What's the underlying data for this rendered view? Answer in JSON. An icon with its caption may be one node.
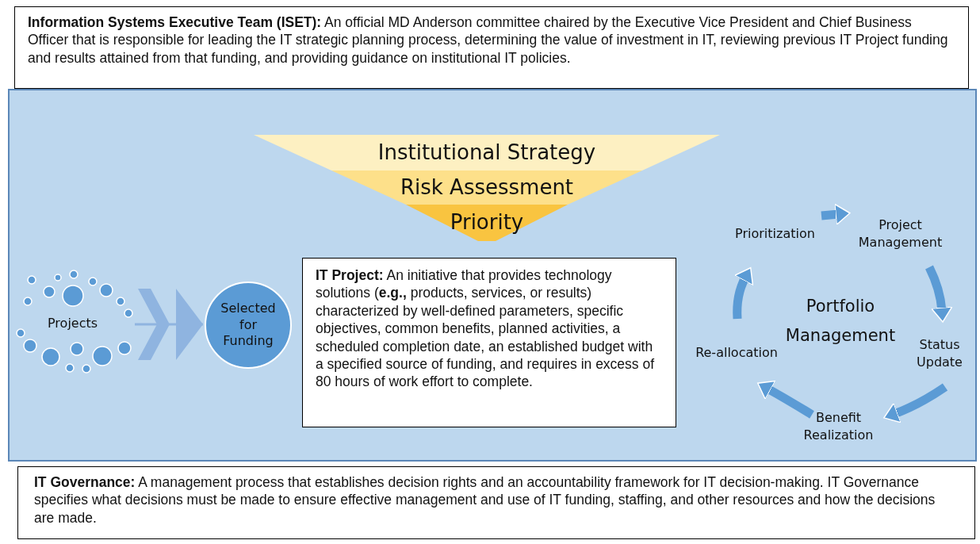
{
  "diagram": {
    "nodes": [
      {
        "text": [
          "**Information Systems Executive Team (ISET):** An official MD Anderson committee chaired by the Executive Vice President and Chief Business Officer that is responsible for leading the IT strategic planning process, determining the value of investment in IT, reviewing previous IT Project funding and results attained from that funding, and providing guidance on institutional IT policies."
        ]
      },
      {
        "text": [
          "Institutional Strategy"
        ]
      },
      {
        "text": [
          "Risk Assessment"
        ]
      },
      {
        "text": [
          "Priority"
        ]
      },
      {
        "text": [
          "Projects"
        ]
      },
      {
        "text": [
          "Selected for Funding"
        ]
      },
      {
        "text": [
          "**IT Project:** An initiative that provides technology solutions (**e.g.,** products, services, or results) characterized by well-defined parameters, specific objectives, common benefits, planned activities, a scheduled completion date, an established budget with a specified source of funding, and requires in excess of 80 hours of work effort to complete."
        ]
      },
      {
        "text": [
          "Prioritization"
        ]
      },
      {
        "text": [
          "Project Management"
        ]
      },
      {
        "text": [
          "Status Update"
        ]
      },
      {
        "text": [
          "Benefit Realization"
        ]
      },
      {
        "text": [
          "Re-allocation"
        ]
      },
      {
        "text": [
          "**IT Governance:** A management process that establishes decision rights and an accountability framework for IT decision-making. IT Governance specifies what decisions must be made to ensure effective management and use of IT funding, staffing, and other resources and how the decisions are made."
        ]
      }
    ],
    "edges": [
      {
        "from": 4,
        "to": 5,
        "arrow": "to",
        "color": "#8fb4e0"
      },
      {
        "from": 7,
        "to": 8,
        "arrow": "to"
      },
      {
        "from": 8,
        "to": 9,
        "arrow": "to"
      },
      {
        "from": 9,
        "to": 10,
        "arrow": "to"
      },
      {
        "from": 10,
        "to": 11,
        "arrow": "to"
      },
      {
        "from": 11,
        "to": 7,
        "arrow": "to"
      }
    ],
    "labels": [
      "Portfolio Management"
    ]
  }
}
